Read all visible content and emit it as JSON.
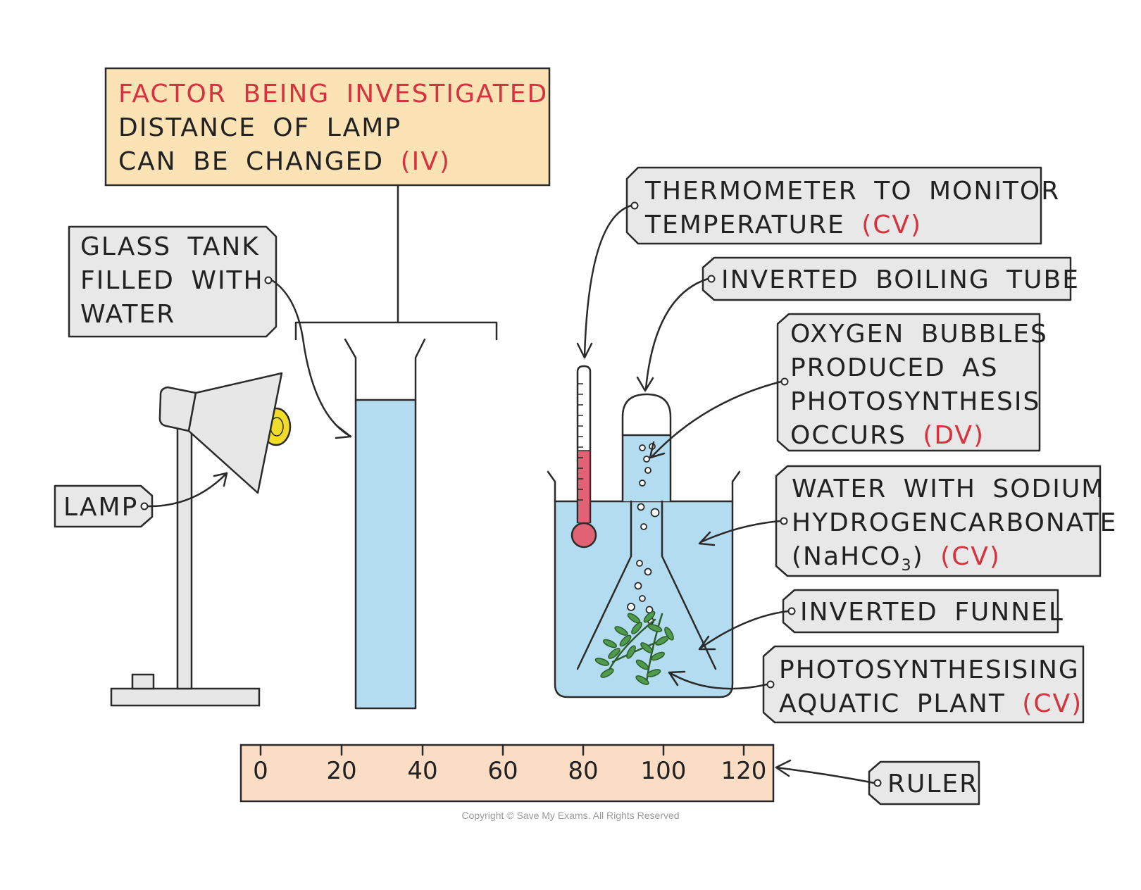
{
  "colors": {
    "ink": "#2a2a2a",
    "highlight": "#d6333f",
    "water": "#b3dcf1",
    "label_box": "#e8e8e8",
    "factor_box": "#fbe3b5",
    "ruler": "#fbdcc4",
    "bulb": "#f2dc2b",
    "thermo_liquid": "#e06274",
    "plant": "#4f9a4c",
    "lamp": "#e7e7e7"
  },
  "factor_box": {
    "line1": "FACTOR BEING INVESTIGATED",
    "line2": "DISTANCE OF LAMP",
    "line3": "CAN BE CHANGED",
    "tag": "(IV)"
  },
  "labels": {
    "glass_tank": {
      "line1": "GLASS TANK",
      "line2": "FILLED WITH",
      "line3": "WATER"
    },
    "lamp": {
      "text": "LAMP"
    },
    "thermometer": {
      "line1": "THERMOMETER TO MONITOR",
      "line2": "TEMPERATURE",
      "tag": "(CV)"
    },
    "boiling_tube": {
      "text": "INVERTED BOILING TUBE"
    },
    "oxygen": {
      "line1": "OXYGEN BUBBLES",
      "line2": "PRODUCED AS",
      "line3": "PHOTOSYNTHESIS",
      "line4": "OCCURS",
      "tag": "(DV)"
    },
    "water_sodium": {
      "line1": "WATER WITH SODIUM",
      "line2": "HYDROGENCARBONATE",
      "line3_pre": "(NaHCO",
      "line3_sub": "3",
      "line3_post": ")",
      "tag": "(CV)"
    },
    "funnel": {
      "text": "INVERTED FUNNEL"
    },
    "plant": {
      "line1": "PHOTOSYNTHESISING",
      "line2": "AQUATIC PLANT",
      "tag": "(CV)"
    },
    "ruler": {
      "text": "RULER"
    }
  },
  "ruler_ticks": [
    "0",
    "20",
    "40",
    "60",
    "80",
    "100",
    "120"
  ],
  "copyright": "Copyright © Save My Exams. All Rights Reserved",
  "icons": {
    "lamp": "desk-lamp-icon",
    "thermometer": "thermometer-icon",
    "plant": "aquatic-plant-icon"
  }
}
